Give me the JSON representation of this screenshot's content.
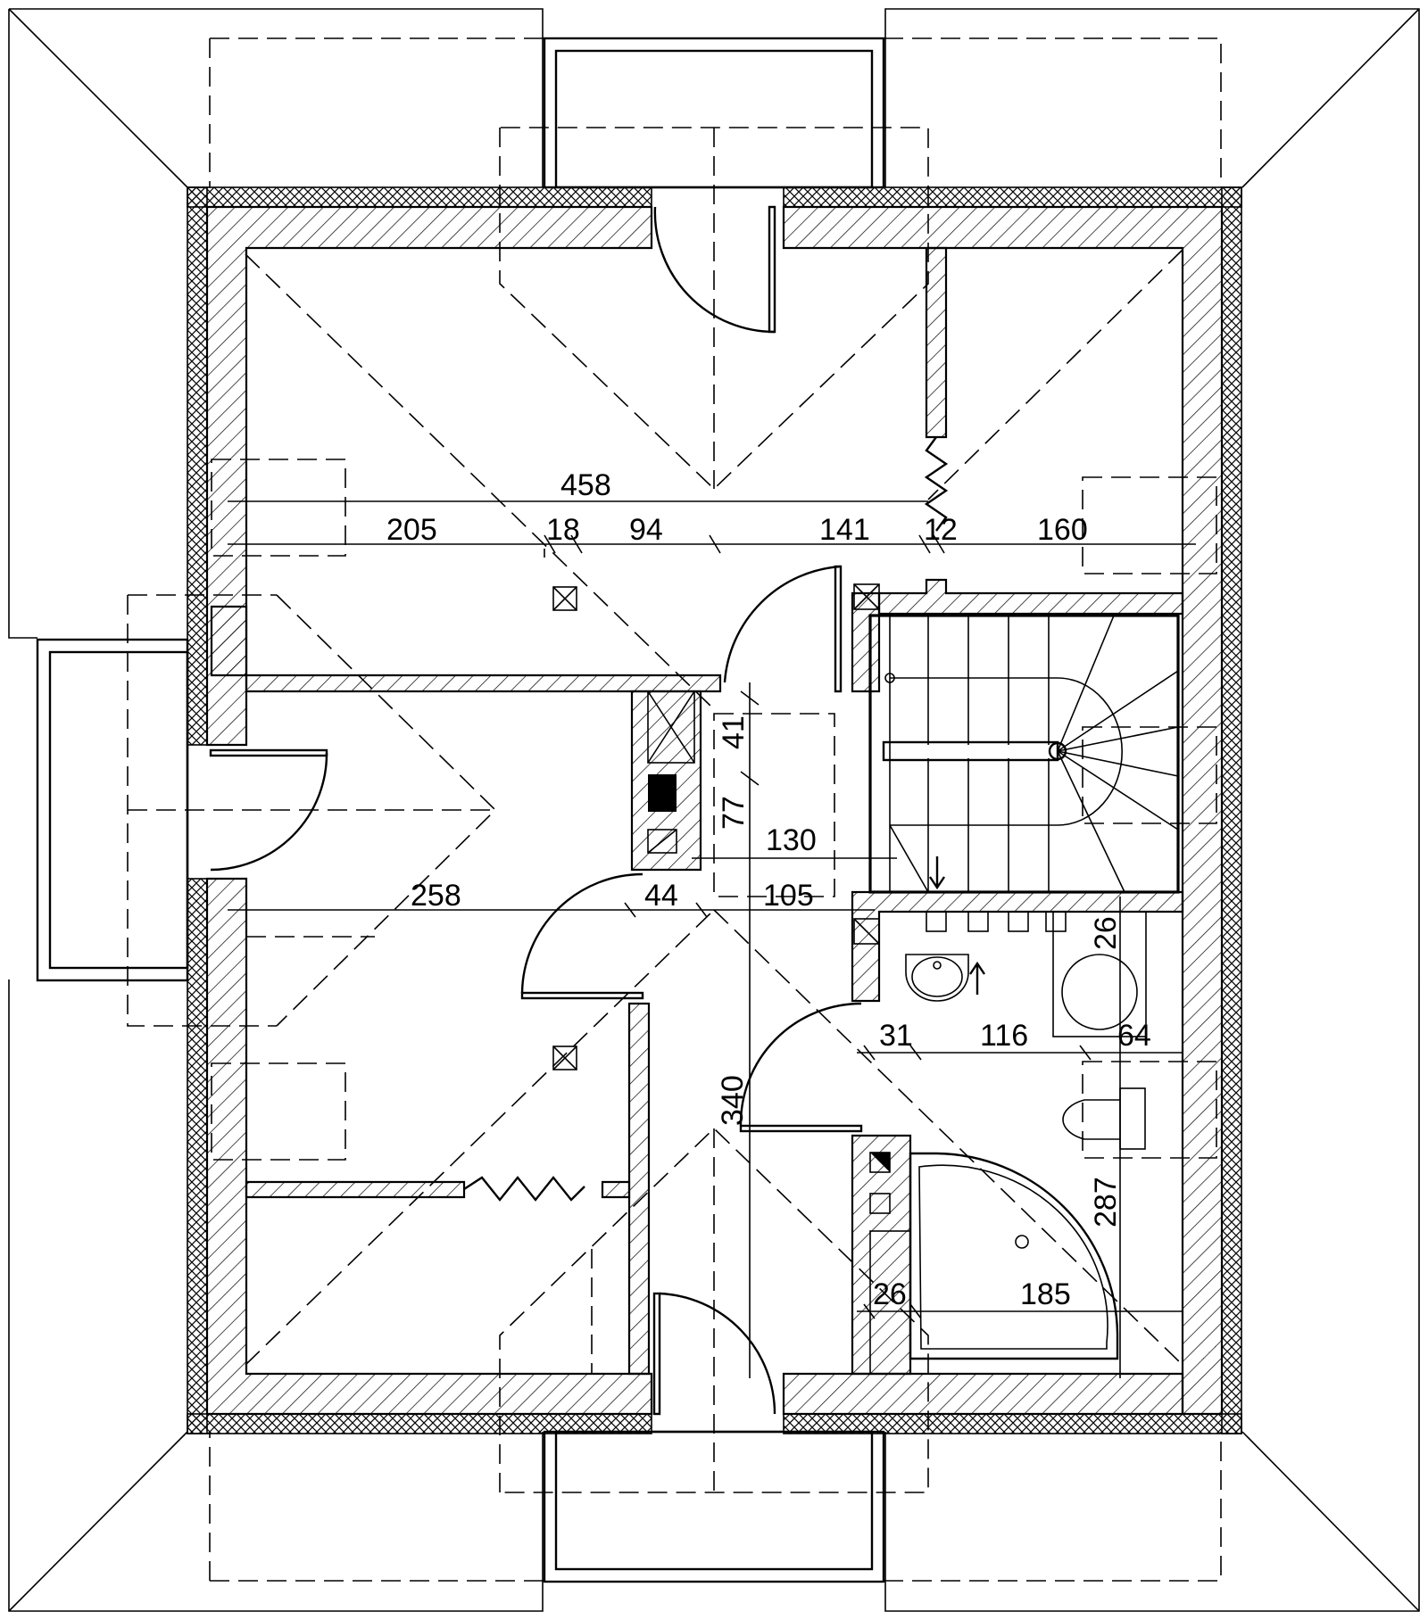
{
  "dimensions": {
    "top_overall": "458",
    "top_seg_1": "205",
    "top_seg_2": "18",
    "top_seg_3": "94",
    "top_seg_4": "141",
    "top_seg_5": "12",
    "top_seg_6": "160",
    "hall_41": "41",
    "hall_77": "77",
    "hall_130": "130",
    "hall_105": "105",
    "left_258": "258",
    "left_44": "44",
    "bath_26_top": "26",
    "bath_31": "31",
    "bath_116": "116",
    "bath_64": "64",
    "corridor_340": "340",
    "bath_287": "287",
    "bath_26_bottom": "26",
    "bath_185": "185"
  },
  "colors": {
    "line": "#000000",
    "background": "#ffffff"
  },
  "icons": {
    "stair_up_arrow": "up-arrow",
    "stair_down_arrow": "down-arrow",
    "chimney_vents": "vent-squares",
    "bathtub": "corner-bathtub",
    "washbasin": "washbasin",
    "toilet": "toilet"
  }
}
